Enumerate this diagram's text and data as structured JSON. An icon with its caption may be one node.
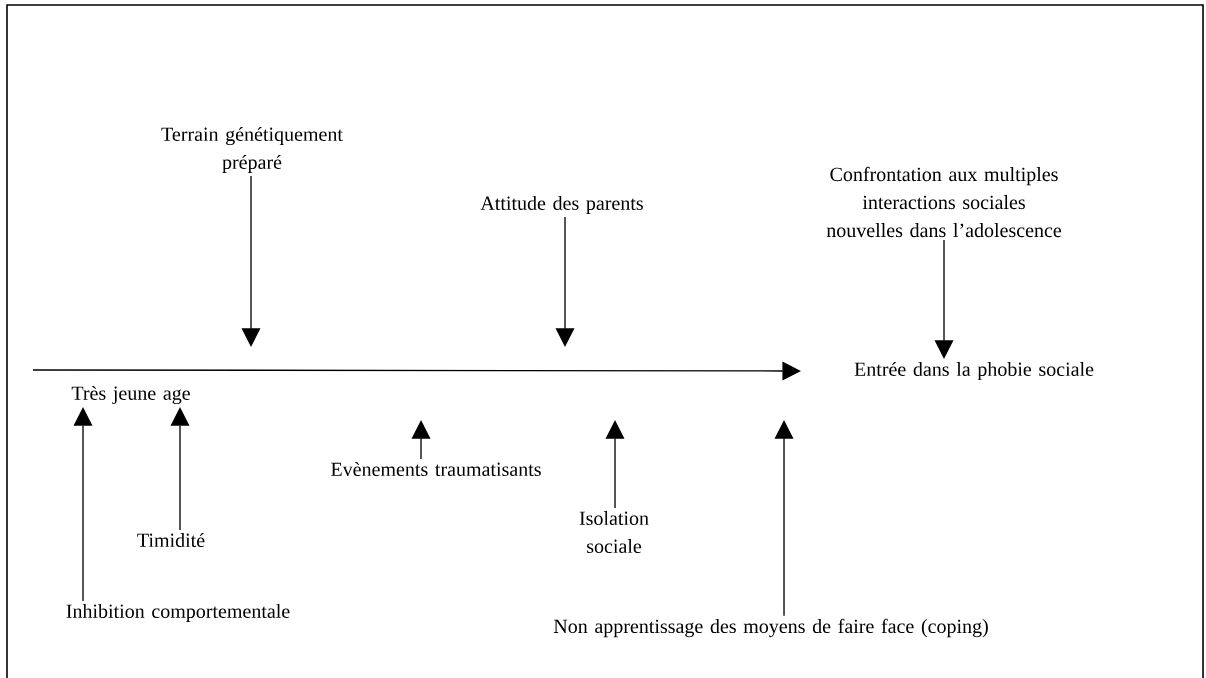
{
  "diagram": {
    "nodes": [
      {
        "text": [
          "Terrain génétiquement préparé"
        ]
      },
      {
        "text": [
          "Attitude des parents"
        ]
      },
      {
        "text": [
          "Confrontation aux multiples interactions sociales nouvelles dans l’adolescence"
        ]
      },
      {
        "text": [
          "Entrée dans la phobie sociale"
        ]
      },
      {
        "text": [
          "Très jeune age"
        ]
      },
      {
        "text": [
          "Evènements traumatisants"
        ]
      },
      {
        "text": [
          "Isolation sociale"
        ]
      },
      {
        "text": [
          "Timidité"
        ]
      },
      {
        "text": [
          "Inhibition comportementale"
        ]
      },
      {
        "text": [
          "Non apprentissage des moyens de faire face (coping)"
        ]
      }
    ],
    "edges": [
      {
        "from": null,
        "to": 3,
        "arrow": "to"
      },
      {
        "from": 0,
        "to": null,
        "arrow": "to"
      },
      {
        "from": 1,
        "to": null,
        "arrow": "to"
      },
      {
        "from": 2,
        "to": 3,
        "arrow": "to"
      },
      {
        "from": 8,
        "to": 4,
        "arrow": "to"
      },
      {
        "from": 7,
        "to": 4,
        "arrow": "to"
      },
      {
        "from": 5,
        "to": null,
        "arrow": "to"
      },
      {
        "from": 6,
        "to": null,
        "arrow": "to"
      },
      {
        "from": 9,
        "to": null,
        "arrow": "to"
      }
    ]
  }
}
